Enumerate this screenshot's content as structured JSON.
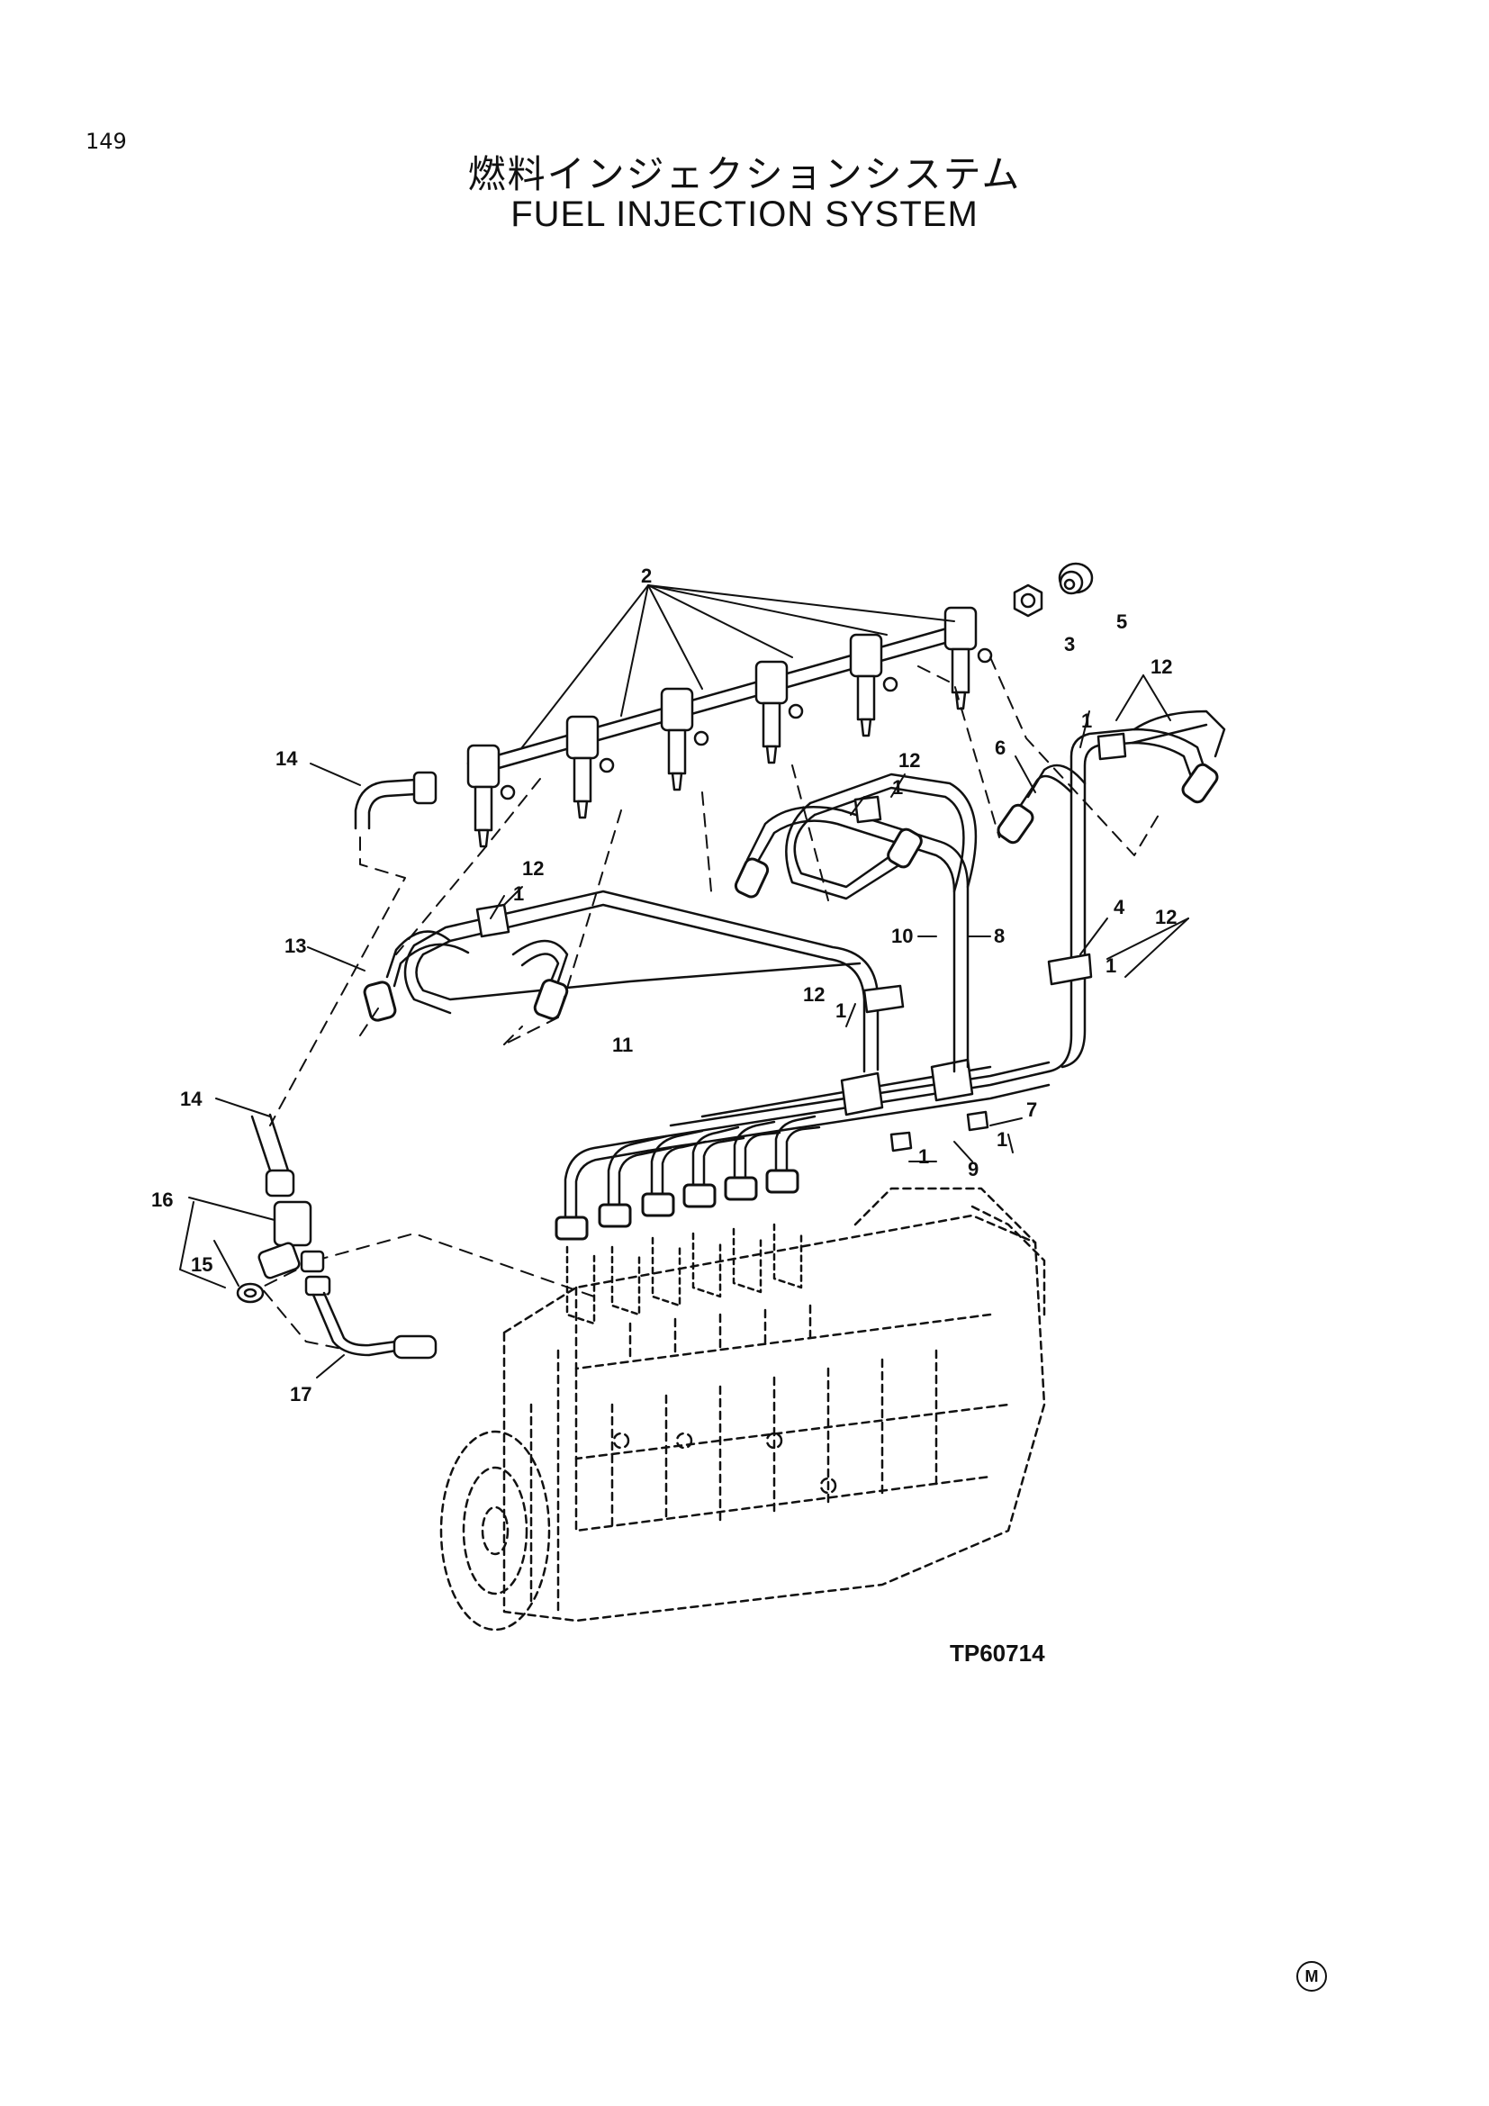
{
  "page_number": "149",
  "title_jp": "燃料インジェクションシステム",
  "title_en": "FUEL  INJECTION  SYSTEM",
  "drawing_number": "TP60714",
  "mark": "M",
  "callouts": {
    "c2": "2",
    "c3": "3",
    "c5": "5",
    "c12a": "12",
    "c12b": "12",
    "c12c": "12",
    "c12d": "12",
    "c12e": "12",
    "c6": "6",
    "c14a": "14",
    "c14b": "14",
    "c13": "13",
    "c11": "11",
    "c10": "10",
    "c8": "8",
    "c4": "4",
    "c7": "7",
    "c9": "9",
    "c1a": "1",
    "c1b": "1",
    "c1c": "1",
    "c1d": "1",
    "c1e": "1",
    "c1f": "1",
    "c1g": "1",
    "c16": "16",
    "c15": "15",
    "c17": "17"
  }
}
